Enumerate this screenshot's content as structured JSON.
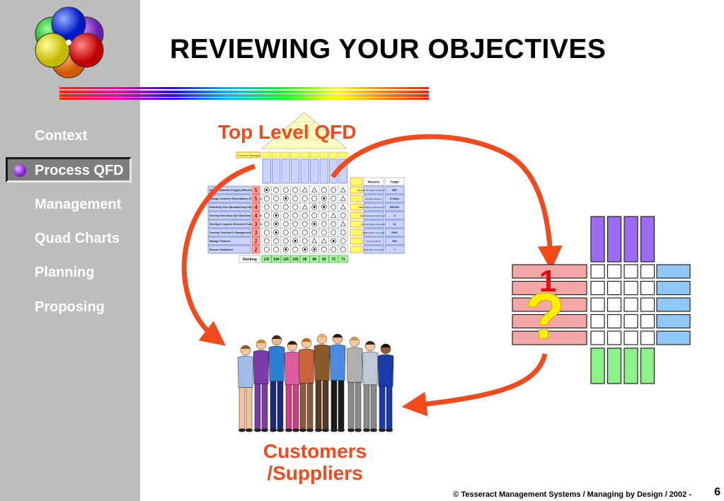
{
  "slide": {
    "title": "REVIEWING YOUR OBJECTIVES",
    "qfd_label": "Top Level QFD",
    "customers_label_line1": "Customers",
    "customers_label_line2": "/Suppliers",
    "footer": "© Tesseract Management Systems / Managing by Design / 2002  -",
    "page_number": "6"
  },
  "nav": {
    "items": [
      {
        "label": "Context",
        "active": false
      },
      {
        "label": "Process QFD",
        "active": true
      },
      {
        "label": "Management",
        "active": false
      },
      {
        "label": "Quad Charts",
        "active": false
      },
      {
        "label": "Planning",
        "active": false
      },
      {
        "label": "Proposing",
        "active": false
      }
    ]
  },
  "qfd": {
    "process_manager_label": "Process Manager",
    "rows": [
      {
        "label": "Manage Material & Supply Efficiency",
        "weight": "5"
      },
      {
        "label": "Manage Customer Expectations & Requirements",
        "weight": "5"
      },
      {
        "label": "Effectively Plan Manufacturing Resources",
        "weight": "4"
      },
      {
        "label": "Develop New Value Add Solutions & Processes",
        "weight": "4"
      },
      {
        "label": "Develop & Improve Business Process Tools & Systems",
        "weight": "3"
      },
      {
        "label": "Develop Technical & Management Skills",
        "weight": "3"
      },
      {
        "label": "Manage Finances",
        "weight": "2"
      },
      {
        "label": "Ensure Compliance",
        "weight": "2"
      }
    ],
    "ranking_label": "Ranking",
    "rankings": [
      "147",
      "144",
      "126",
      "105",
      "96",
      "88",
      "83",
      "72",
      "71"
    ],
    "measure_header": "Measure",
    "target_header": "Target",
    "measures": [
      {
        "measure": "Material On Hand Supply Velocity",
        "target": "98%"
      },
      {
        "measure": "Supplier Delivery",
        "target": "10 Days"
      },
      {
        "measure": "Value Add Per Equivalent Head",
        "target": "$50,000"
      },
      {
        "measure": "New Solutions Implemented",
        "target": "5"
      },
      {
        "measure": "Process Steps Reduction",
        "target": "20"
      },
      {
        "measure": "Skills Matrix Coverage",
        "target": "100%"
      },
      {
        "measure": "Gross Profit %",
        "target": "20%"
      },
      {
        "measure": "Audit Plan Coverage",
        "target": "7"
      }
    ]
  },
  "quad": {
    "center_symbol": "?",
    "center_number": "1"
  },
  "colors": {
    "accent_red": "#f04a1d",
    "sidebar_gray": "#bdbdbd",
    "quad_purple": "#9b6cf0",
    "quad_blue": "#8fc8f5",
    "quad_pink": "#f4a7a7",
    "quad_green": "#8ef08a"
  }
}
